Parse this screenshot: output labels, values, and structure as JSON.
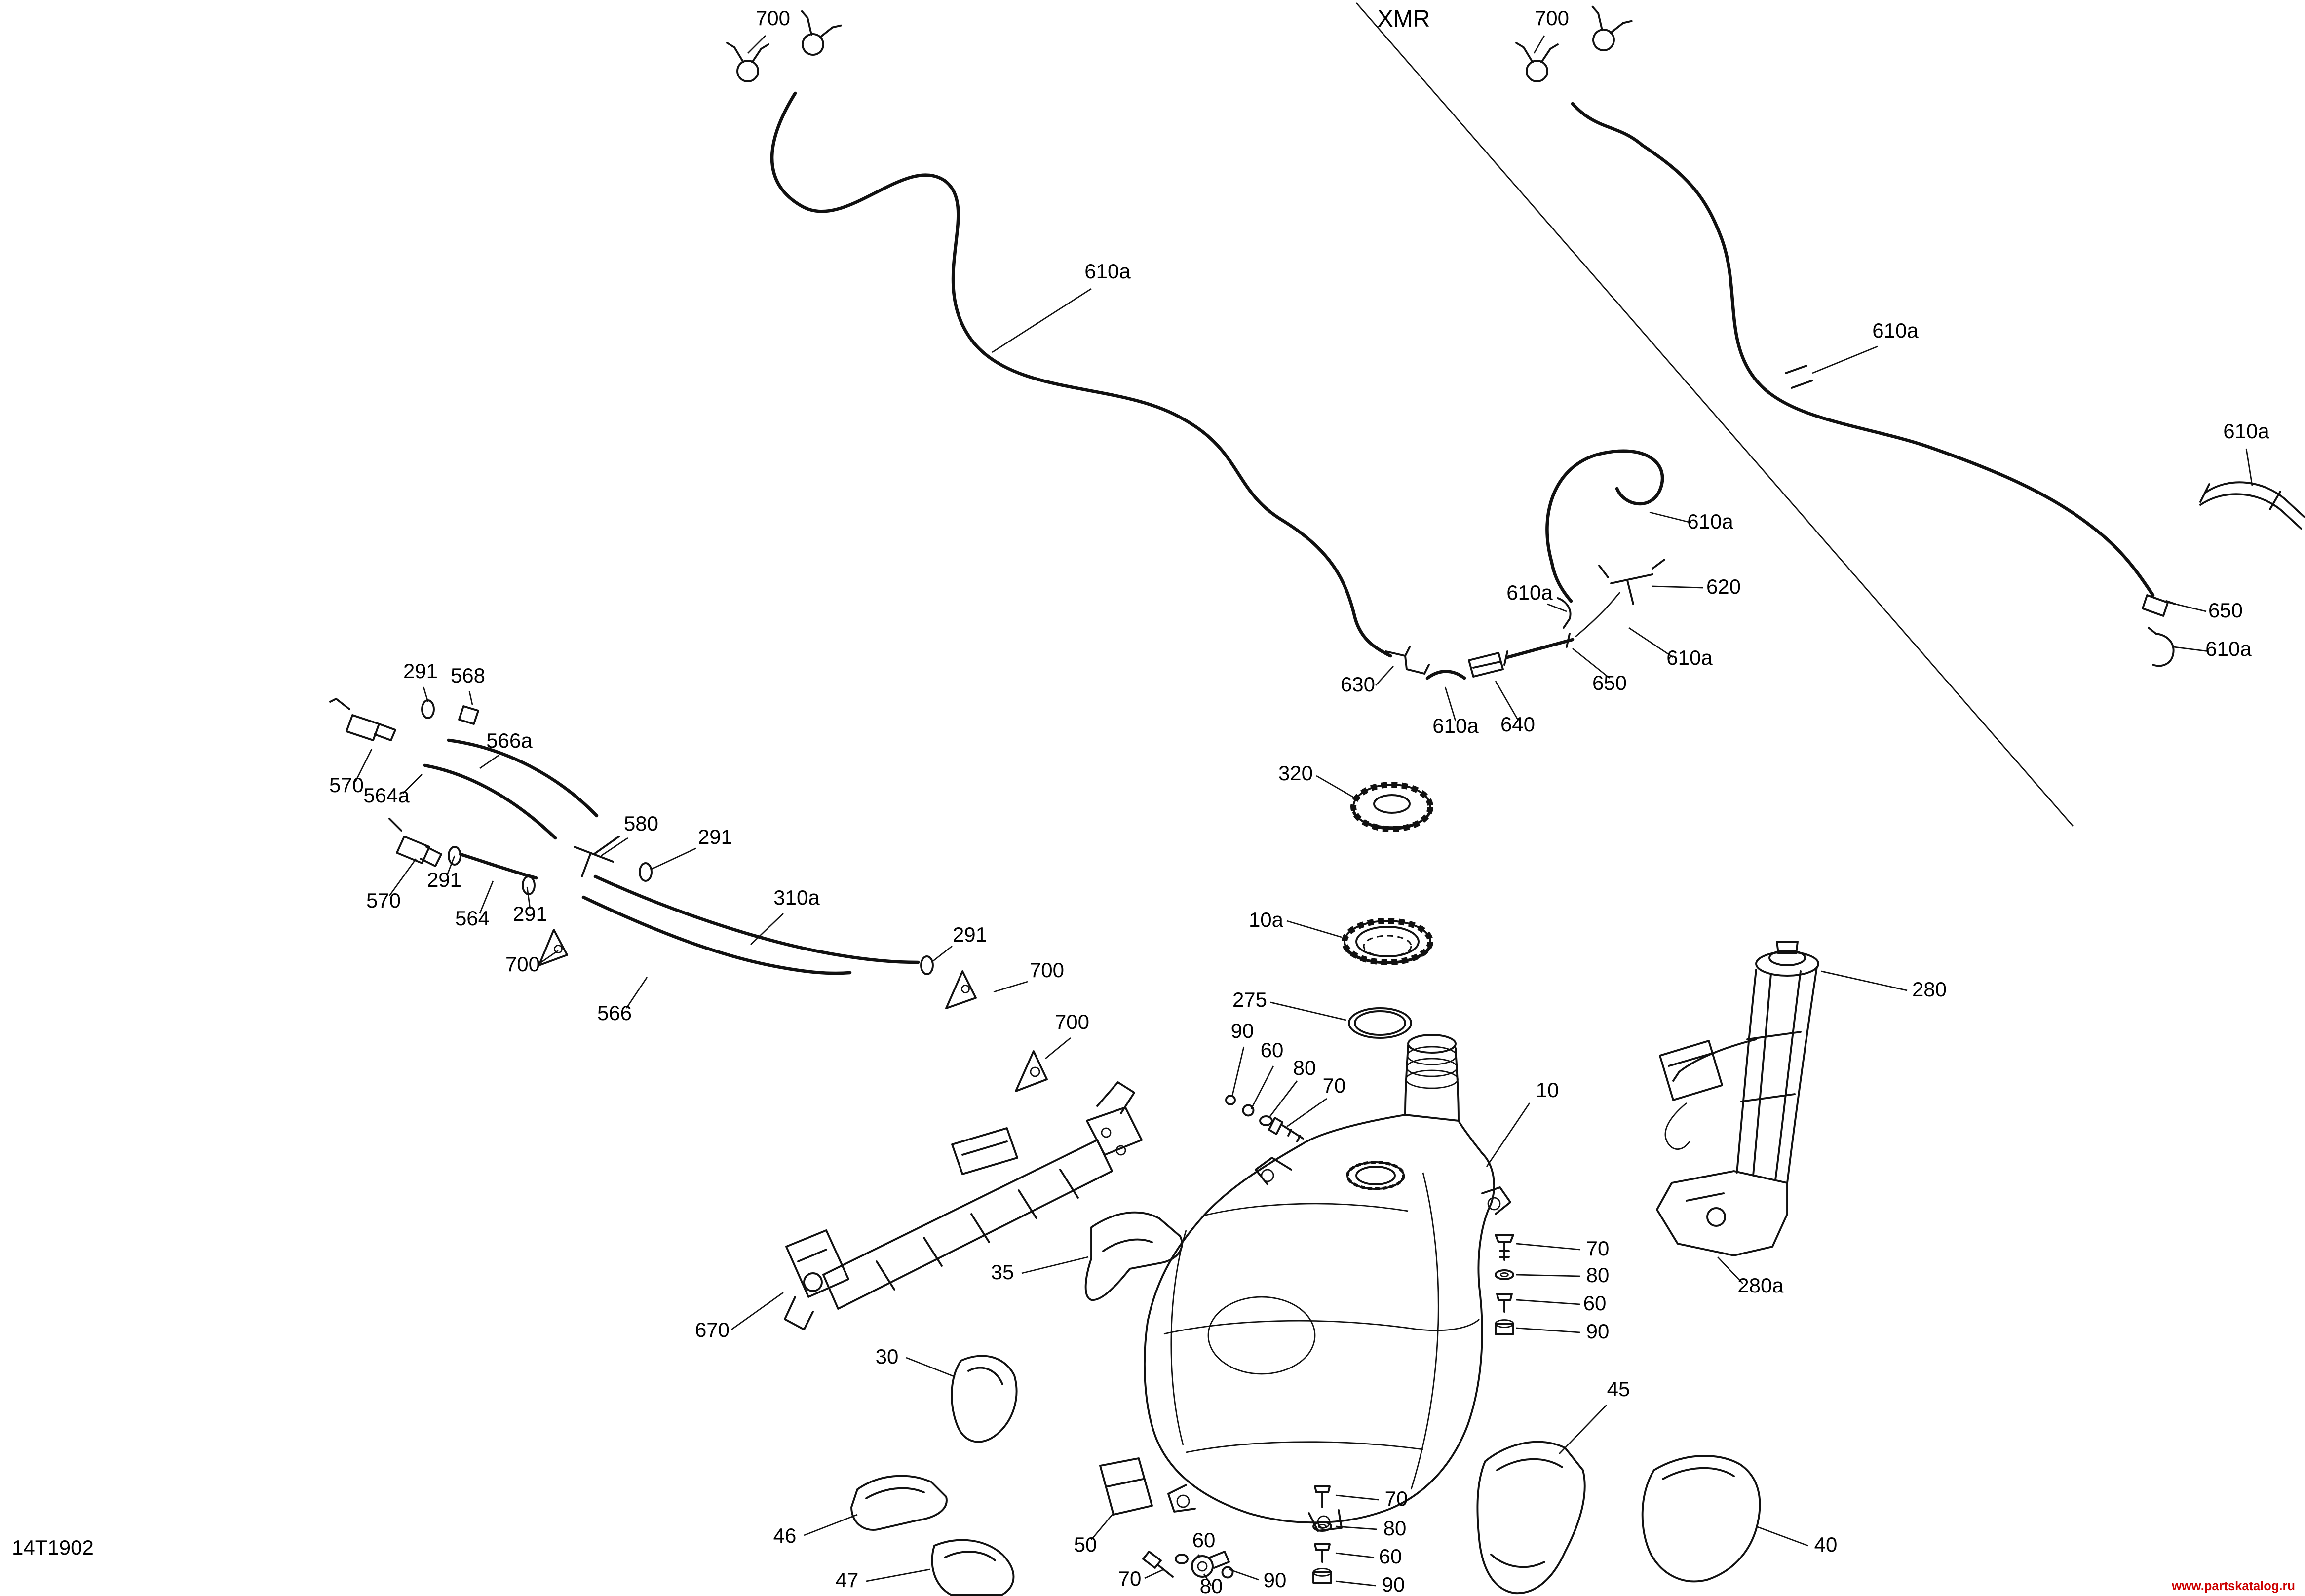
{
  "page": {
    "background_color": "#ffffff",
    "line_color": "#111111",
    "watermark_color": "#cc0000"
  },
  "annotations": {
    "variant": "XMR",
    "drawing_number": "14T1902",
    "watermark": "www.partskatalog.ru"
  },
  "labels": [
    "700",
    "700",
    "610a",
    "610a",
    "610a",
    "610a",
    "620",
    "610a",
    "650",
    "610a",
    "610a",
    "630",
    "650",
    "610a",
    "640",
    "320",
    "291",
    "568",
    "566a",
    "570",
    "564a",
    "580",
    "291",
    "291",
    "570",
    "564",
    "291",
    "310a",
    "700",
    "291",
    "700",
    "566",
    "10a",
    "275",
    "700",
    "90",
    "60",
    "80",
    "70",
    "10",
    "280",
    "70",
    "80",
    "60",
    "90",
    "280a",
    "670",
    "35",
    "30",
    "46",
    "47",
    "50",
    "60",
    "70",
    "80",
    "90",
    "70",
    "80",
    "60",
    "90",
    "45",
    "40"
  ]
}
